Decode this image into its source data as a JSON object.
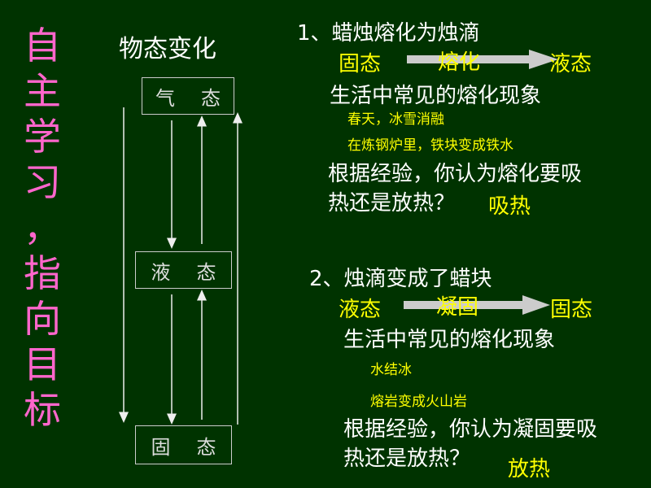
{
  "side_title": [
    "自",
    "主",
    "学",
    "习",
    "，",
    "指",
    "向",
    "目",
    "标"
  ],
  "diagram": {
    "title": "物态变化",
    "states": {
      "gas": [
        "气",
        "态"
      ],
      "liquid": [
        "液",
        "态"
      ],
      "solid": [
        "固",
        "态"
      ]
    }
  },
  "section1": {
    "heading": "1、蜡烛熔化为烛滴",
    "from": "固态",
    "process": "熔化",
    "to": "液态",
    "common_label": "生活中常见的熔化现象",
    "examples": [
      "春天，冰雪消融",
      "在炼钢炉里，铁块变成铁水"
    ],
    "question_line1": "根据经验，你认为熔化要吸",
    "question_line2": "热还是放热？",
    "answer": "吸热"
  },
  "section2": {
    "heading": "2、烛滴变成了蜡块",
    "from": "液态",
    "process": "凝固",
    "to": "固态",
    "common_label": "生活中常见的熔化现象",
    "examples": [
      "水结冰",
      "熔岩变成火山岩"
    ],
    "question_line1": "根据经验，你认为凝固要吸",
    "question_line2": "热还是放热？",
    "answer": "放热"
  },
  "colors": {
    "background": "#003300",
    "side_title": "#ff66cc",
    "highlight": "#ffff00",
    "text": "#ffffff",
    "arrow_fill": "#cccccc"
  }
}
